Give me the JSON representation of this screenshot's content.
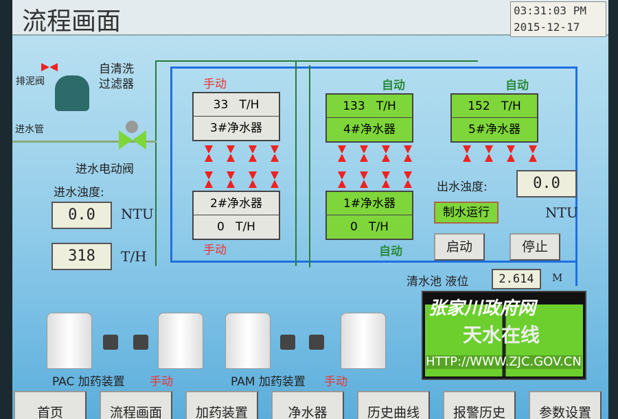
{
  "header": {
    "title": "流程画面",
    "time": "03:31:03 PM",
    "date": "2015-12-17"
  },
  "inlet": {
    "sludge_valve": "排泥阀",
    "self_clean_filter": "自清洗\n过滤器",
    "inlet_pipe": "进水管",
    "electric_valve": "进水电动阀",
    "turbidity_label": "进水浊度:",
    "turbidity_value": "0.0",
    "turbidity_unit": "NTU",
    "flow_value": "318",
    "flow_unit": "T/H"
  },
  "purifiers": [
    {
      "name": "3#净水器",
      "flow": "33",
      "unit": "T/H",
      "mode": "手动",
      "running": false
    },
    {
      "name": "4#净水器",
      "flow": "133",
      "unit": "T/H",
      "mode": "自动",
      "running": true
    },
    {
      "name": "5#净水器",
      "flow": "152",
      "unit": "T/H",
      "mode": "自动",
      "running": true
    },
    {
      "name": "2#净水器",
      "flow": "0",
      "unit": "T/H",
      "mode": "手动",
      "running": false
    },
    {
      "name": "1#净水器",
      "flow": "0",
      "unit": "T/H",
      "mode": "自动",
      "running": true
    }
  ],
  "outlet": {
    "turbidity_label": "出水浊度:",
    "turbidity_value": "0.0",
    "unit": "NTU",
    "status": "制水运行",
    "start": "启动",
    "stop": "停止",
    "tank_label": "清水池  液位",
    "level": "2.614",
    "level_unit": "M"
  },
  "dosing": {
    "pac": "PAC 加药装置",
    "pac_mode": "手动",
    "pam": "PAM 加药装置",
    "pam_mode": "手动"
  },
  "nav": [
    "首页",
    "流程画面",
    "加药装置",
    "净水器",
    "历史曲线",
    "报警历史",
    "参数设置"
  ],
  "watermark": {
    "site": "张家川政府网",
    "brand": "天水在线",
    "url": "HTTP://WWW.ZJC.GOV.CN"
  }
}
